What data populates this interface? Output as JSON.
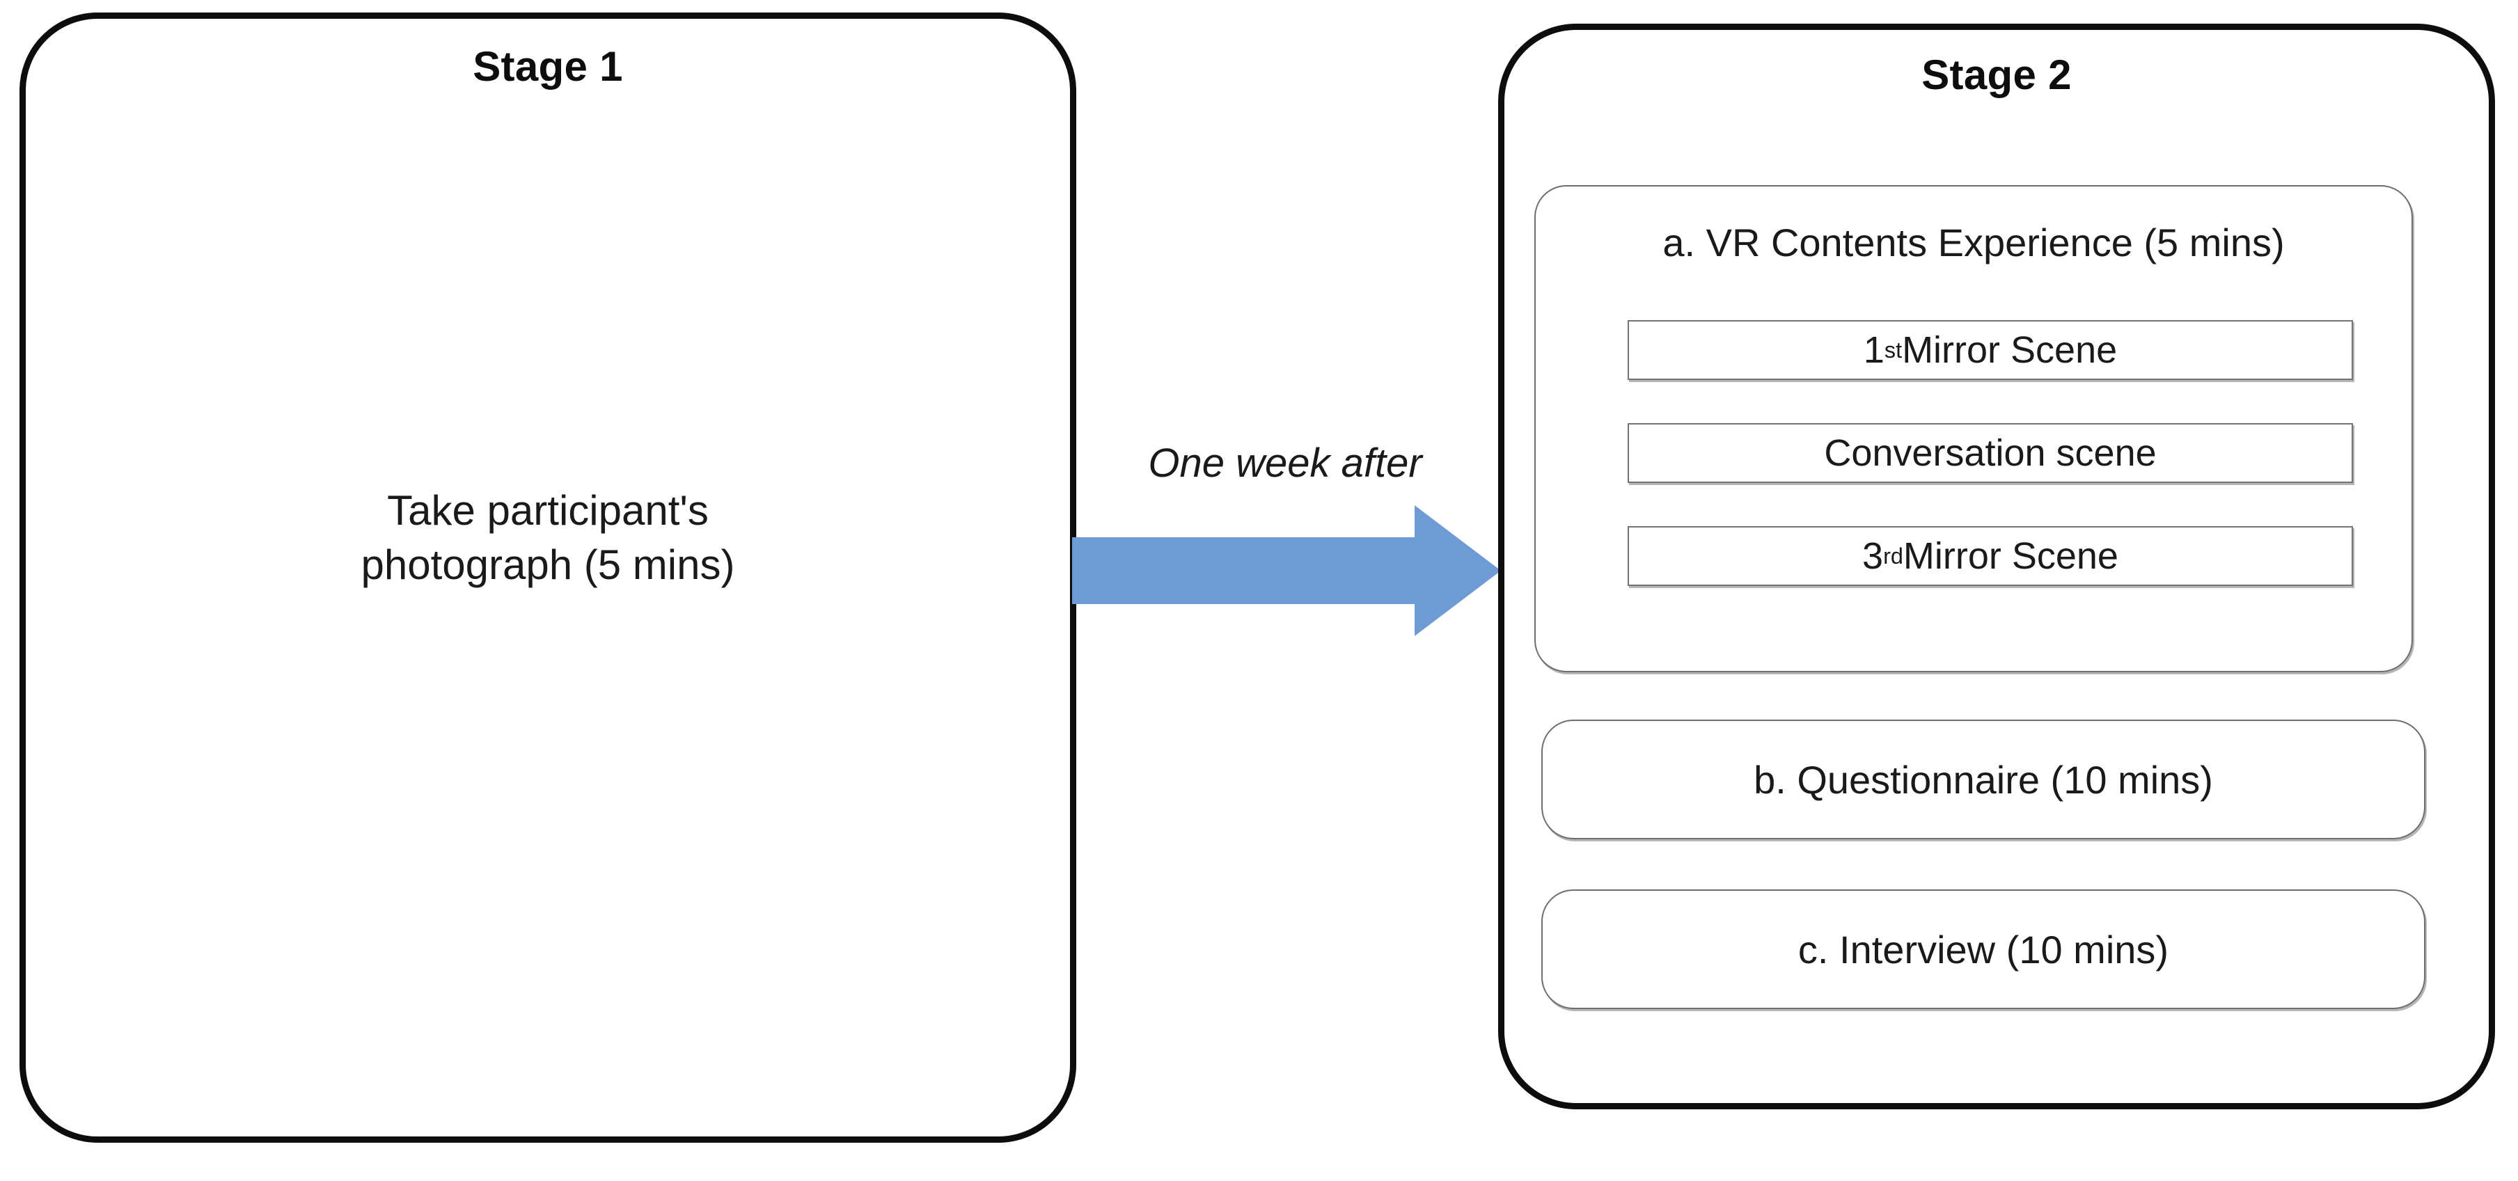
{
  "diagram": {
    "title_stage1": "Stage 1",
    "title_stage2": "Stage 2",
    "transition_label": "One week after",
    "arrow_color": "#6f9bd4",
    "border_color": "#0d0d0d",
    "inner_border_color": "#6e6e6e",
    "text_color": "#1a1a1a"
  },
  "stage1": {
    "title": "Stage 1",
    "body_line1": "Take participant's",
    "body_line2": "photograph (5 mins)"
  },
  "stage2": {
    "title": "Stage 2",
    "group_a": {
      "label": "a. VR Contents Experience  (5 mins)",
      "scenes": [
        {
          "prefix": "1",
          "sup": "st",
          "suffix": " Mirror Scene"
        },
        {
          "prefix": "Conversation scene",
          "sup": "",
          "suffix": ""
        },
        {
          "prefix": "3",
          "sup": "rd",
          "suffix": " Mirror Scene"
        }
      ]
    },
    "task_b": "b. Questionnaire (10 mins)",
    "task_c": "c. Interview (10 mins)"
  }
}
